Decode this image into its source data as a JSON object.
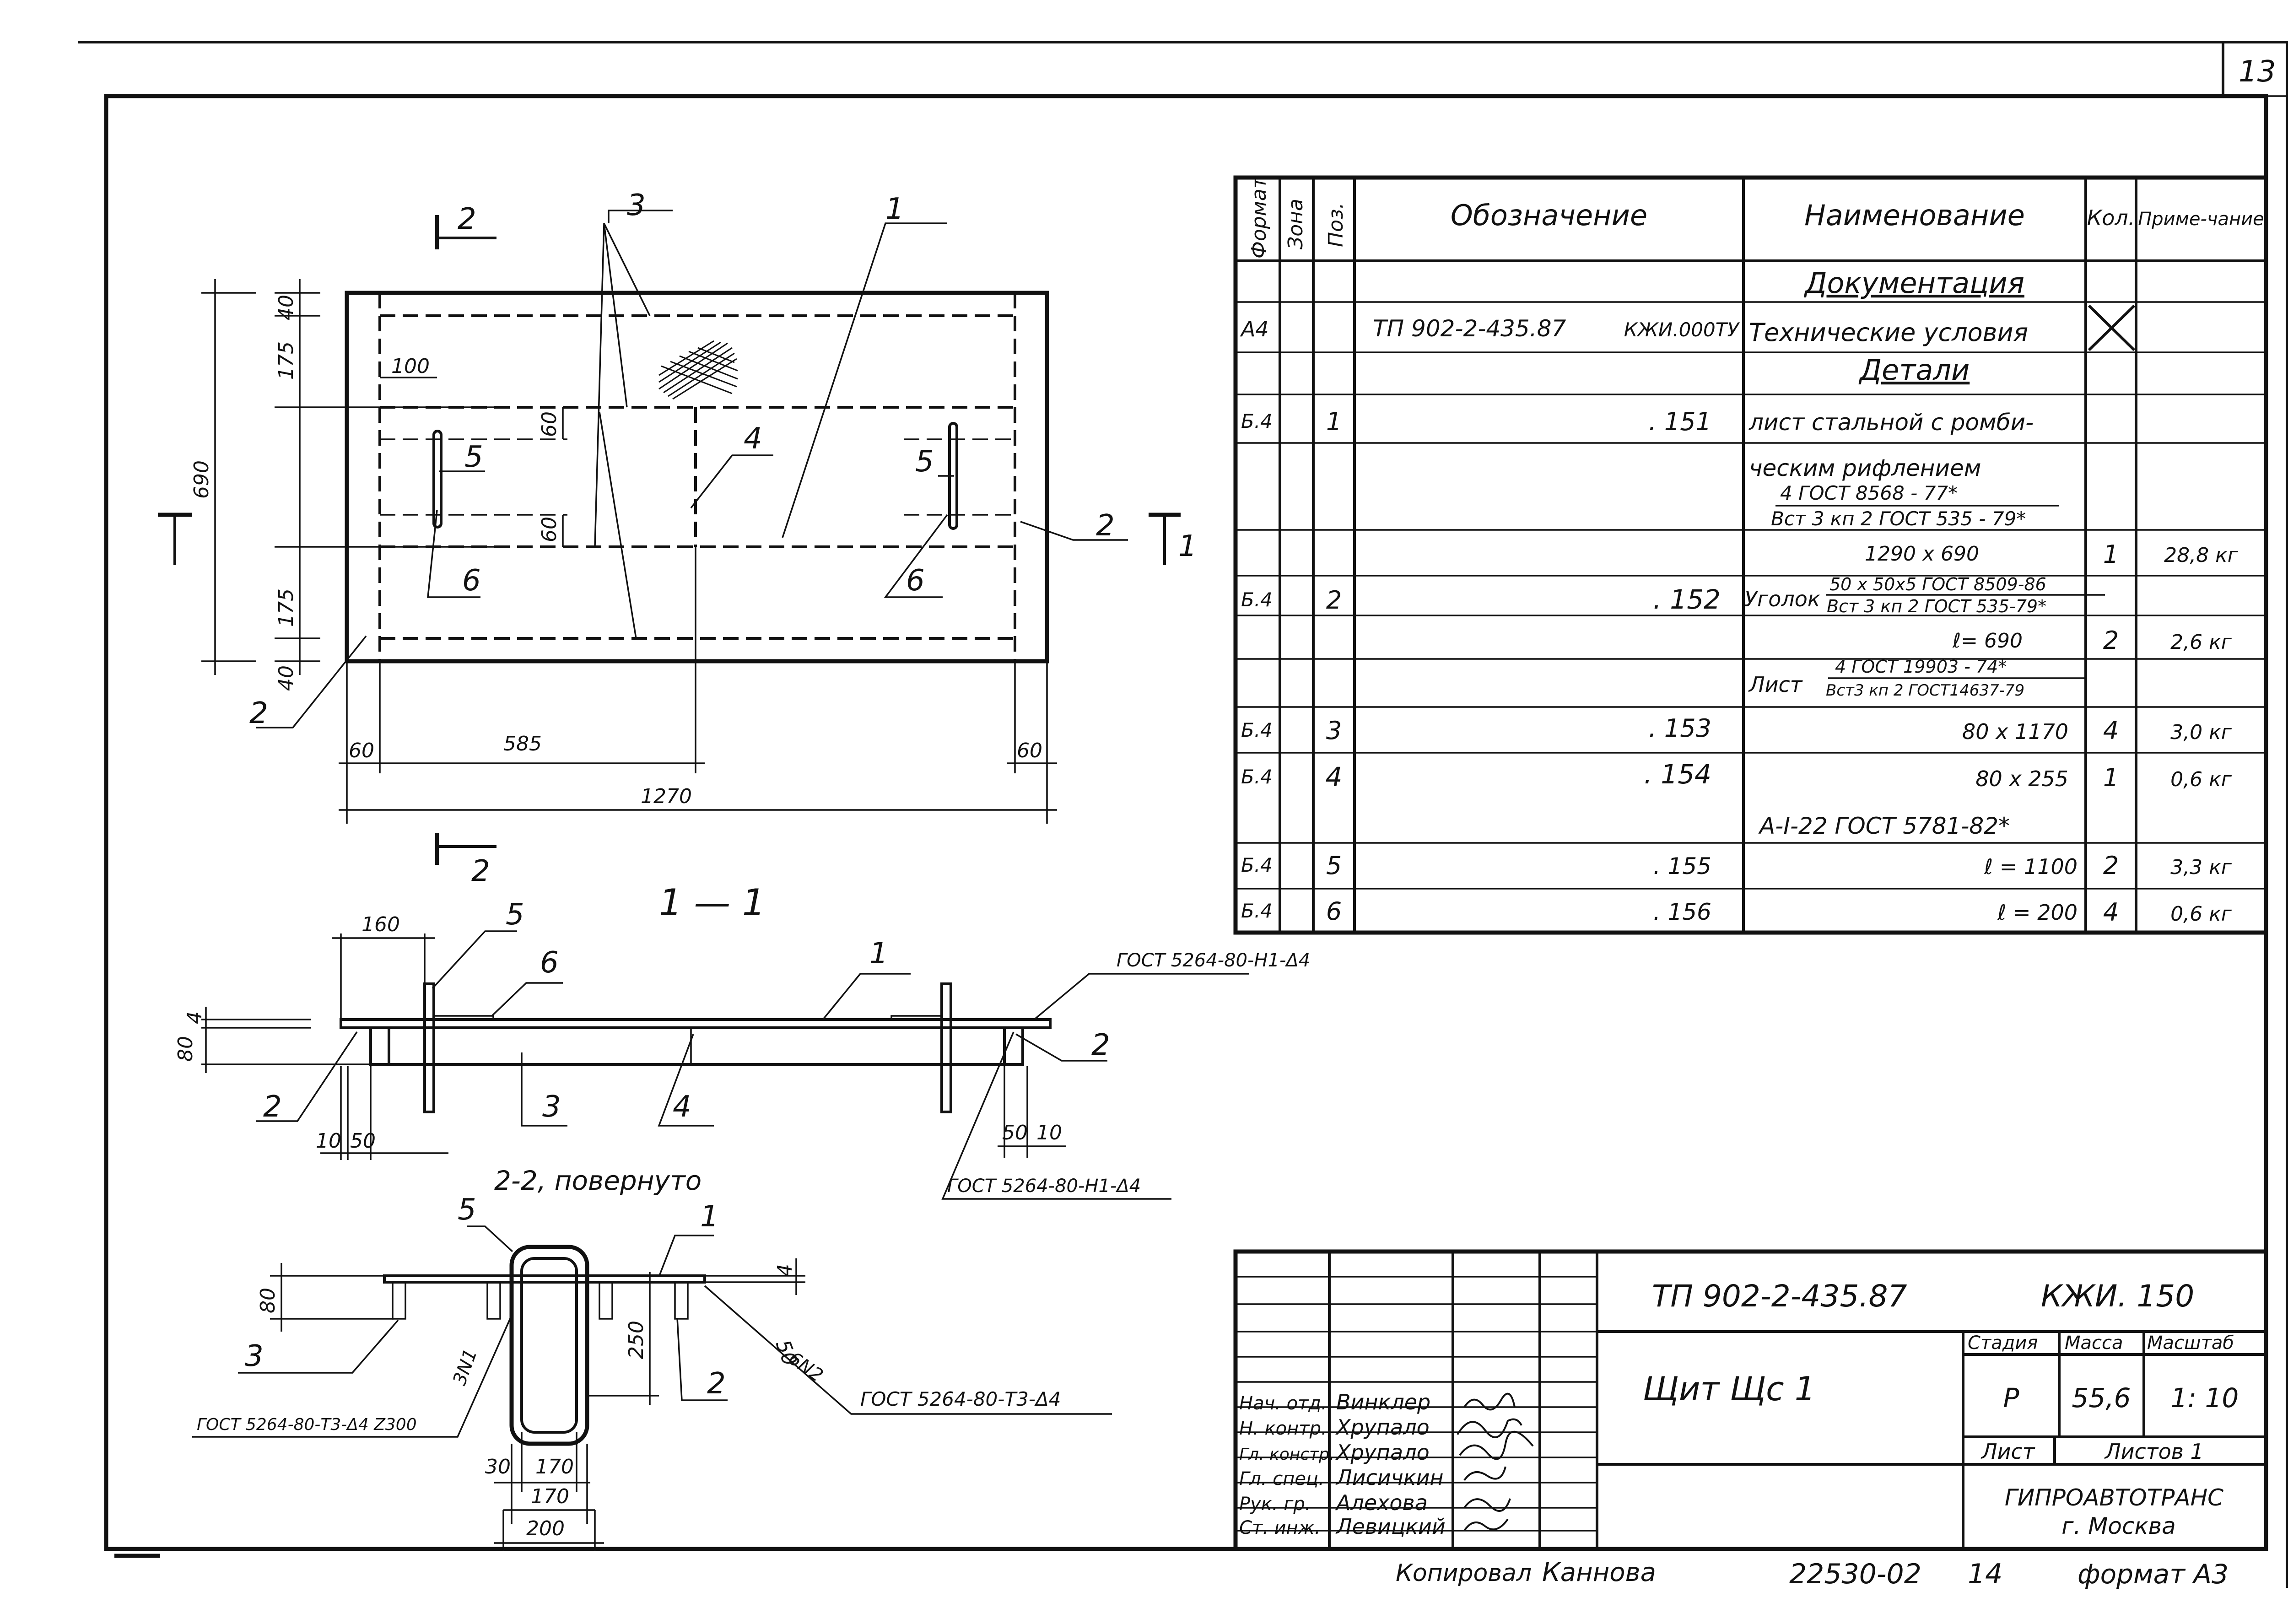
{
  "sheet": {
    "page_number": "13",
    "format": "формат А3",
    "copied_label": "Копировал",
    "copied_by": "Каннова",
    "inventory": "22530-02",
    "inventory_sheet": "14"
  },
  "spec_table": {
    "headers": {
      "format": "Формат",
      "zone": "Зона",
      "pos": "Поз.",
      "designation": "Обозначение",
      "name": "Наименование",
      "qty": "Кол.",
      "note": "Приме-чание"
    },
    "section_docs": "Документация",
    "section_details": "Детали",
    "doc_row": {
      "format": "А4",
      "designation_left": "ТП 902-2-435.87",
      "designation_right": "КЖИ.000ТУ",
      "name": "Технические условия"
    },
    "rows": [
      {
        "format": "Б.4",
        "pos": "1",
        "designation": ". 151",
        "name": [
          "лист стальной с ромби-",
          "ческим рифлением"
        ],
        "frac_top": "4 ГОСТ 8568 - 77*",
        "frac_bottom": "Вст 3 кп 2 ГОСТ 535 - 79*",
        "size": "1290 x 690",
        "qty": "1",
        "note": "28,8 кг"
      },
      {
        "format": "Б.4",
        "pos": "2",
        "designation": ". 152",
        "name": [
          "Уголок"
        ],
        "frac_top": "50 x 50x5 ГОСТ 8509-86",
        "frac_bottom": "Вст 3 кп 2 ГОСТ 535-79*",
        "size": "ℓ= 690",
        "qty": "2",
        "note": "2,6 кг"
      },
      {
        "format": "",
        "pos": "",
        "designation": "",
        "name": [
          "Лист"
        ],
        "frac_top": "4 ГОСТ 19903 - 74*",
        "frac_bottom": "Вст3 кп 2 ГОСТ14637-79",
        "size": "",
        "qty": "",
        "note": ""
      },
      {
        "format": "Б.4",
        "pos": "3",
        "designation": ". 153",
        "name": [],
        "frac_top": "",
        "frac_bottom": "",
        "size": "80 x 1170",
        "qty": "4",
        "note": "3,0 кг"
      },
      {
        "format": "Б.4",
        "pos": "4",
        "designation": ". 154",
        "name": [],
        "frac_top": "",
        "frac_bottom": "",
        "size": "80 x 255",
        "qty": "1",
        "note": "0,6 кг"
      },
      {
        "format": "",
        "pos": "",
        "designation": "",
        "name": [
          "А-I-22 ГОСТ 5781-82*"
        ],
        "frac_top": "",
        "frac_bottom": "",
        "size": "",
        "qty": "",
        "note": ""
      },
      {
        "format": "Б.4",
        "pos": "5",
        "designation": ". 155",
        "name": [],
        "frac_top": "",
        "frac_bottom": "",
        "size": "ℓ = 1100",
        "qty": "2",
        "note": "3,3 кг"
      },
      {
        "format": "Б.4",
        "pos": "6",
        "designation": ". 156",
        "name": [],
        "frac_top": "",
        "frac_bottom": "",
        "size": "ℓ = 200",
        "qty": "4",
        "note": "0,6 кг"
      }
    ]
  },
  "title_block": {
    "code": "ТП 902-2-435.87",
    "mark": "КЖИ. 150",
    "title": "Щит Щс 1",
    "stage_label": "Стадия",
    "mass_label": "Масса",
    "scale_label": "Масштаб",
    "stage": "Р",
    "mass": "55,6",
    "scale": "1: 10",
    "sheet_label": "Лист",
    "sheets_label": "Листов 1",
    "org": "ГИПРОАВТОТРАНС",
    "city": "г. Москва",
    "staff": [
      {
        "role": "Нач. отд.",
        "name": "Винклер"
      },
      {
        "role": "Н. контр.",
        "name": "Хрупало"
      },
      {
        "role": "Гл. констр.",
        "name": "Хрупало"
      },
      {
        "role": "Гл. спец.",
        "name": "Лисичкин"
      },
      {
        "role": "Рук. гр.",
        "name": "Алехова"
      },
      {
        "role": "Ст. инж.",
        "name": "Левицкий"
      }
    ]
  },
  "plan_view": {
    "dims": {
      "d40_top": "40",
      "d175_top": "175",
      "d690": "690",
      "d175_bot": "175",
      "d40_bot": "40",
      "d100": "100",
      "d60a": "60",
      "d60b": "60",
      "d60_left": "60",
      "d585": "585",
      "d1270": "1270",
      "d60_right": "60"
    },
    "callouts": {
      "c1": "1",
      "c2a": "2",
      "c2b": "2",
      "c3": "3",
      "c4": "4",
      "c5a": "5",
      "c5b": "5",
      "c6a": "6",
      "c6b": "6"
    },
    "section_marks": {
      "s2_top": "2",
      "s2_bottom": "2",
      "s1": "1"
    }
  },
  "section_1": {
    "title": "1 — 1",
    "weld_top": "ГОСТ 5264-80-Н1-Δ4",
    "weld_bottom": "ГОСТ 5264-80-Н1-Δ4",
    "dims": {
      "d160": "160",
      "d4": "4",
      "d80": "80",
      "d10": "10",
      "d50": "50",
      "d50r": "50",
      "d10r": "10"
    },
    "callouts": {
      "c1": "1",
      "c2a": "2",
      "c2b": "2",
      "c3": "3",
      "c4": "4",
      "c5": "5",
      "c6": "6"
    }
  },
  "section_2": {
    "title": "2-2, повернуто",
    "weld_right": "ГОСТ 5264-80-Т3-Δ4",
    "weld_left": "ГОСТ 5264-80-Т3-Δ4 Z300",
    "mark_3n1": "3N1",
    "mark_6n2": "6N2",
    "dims": {
      "d80": "80",
      "d4": "4",
      "d250": "250",
      "d50": "50",
      "d30": "30",
      "d170a": "170",
      "d170b": "170",
      "d200": "200"
    },
    "callouts": {
      "c1": "1",
      "c2": "2",
      "c3": "3",
      "c5": "5"
    }
  }
}
